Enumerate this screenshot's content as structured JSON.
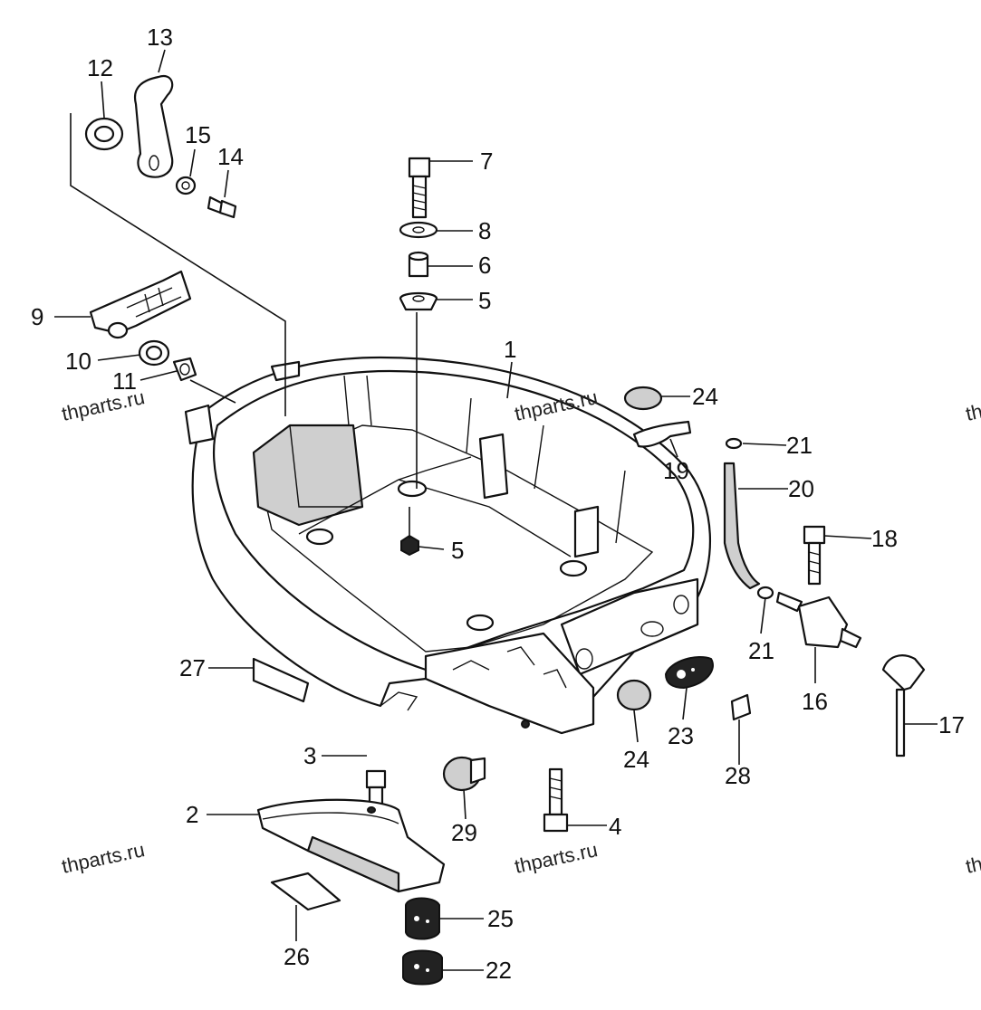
{
  "callouts": {
    "c1": "1",
    "c2": "2",
    "c3": "3",
    "c4": "4",
    "c5a": "5",
    "c5b": "5",
    "c6": "6",
    "c7": "7",
    "c8": "8",
    "c9": "9",
    "c10": "10",
    "c11": "11",
    "c12": "12",
    "c13": "13",
    "c14": "14",
    "c15": "15",
    "c16": "16",
    "c17": "17",
    "c18": "18",
    "c19": "19",
    "c20": "20",
    "c21a": "21",
    "c21b": "21",
    "c22": "22",
    "c23": "23",
    "c24a": "24",
    "c24b": "24",
    "c25": "25",
    "c26": "26",
    "c27": "27",
    "c28": "28",
    "c29": "29"
  },
  "watermarks": {
    "w1": "thparts.ru",
    "w2": "thparts.ru",
    "w3": "thparts.ru",
    "w4": "thparts.ru",
    "w5": "th",
    "w6": "th"
  }
}
